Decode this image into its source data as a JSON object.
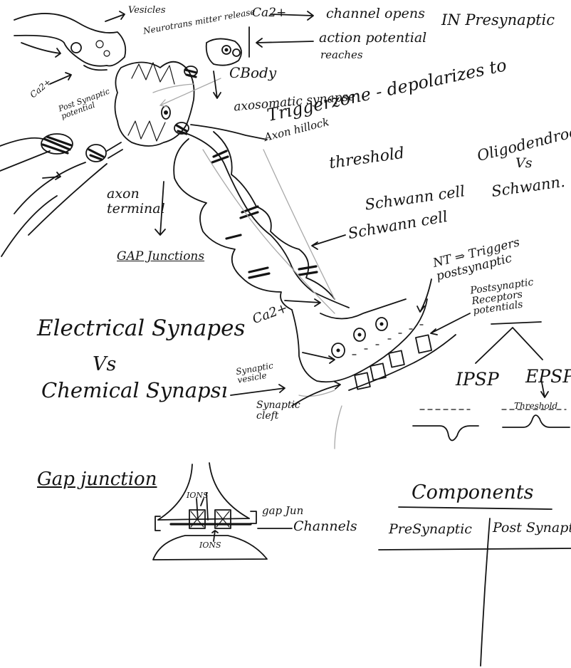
{
  "labels": {
    "vesicles": "Vesicles",
    "neurotrans_mitter_release": "Neurotrans mitter release",
    "ca2_top": "Ca2+",
    "channel_opens": "channel opens",
    "in_presynaptic": "IN Presynaptic",
    "action_potential": "action potential",
    "reaches": "reaches",
    "ca2_left": "Ca2+",
    "post_synaptic_potential": "Post Synaptic potential",
    "cbody": "CBody",
    "axosomatic_synapse": "axosomatic synapse",
    "axon_hillock": "Axon hillock",
    "triggerzone_depolarizes": "Triggerzone - depolarizes to",
    "threshold": "threshold",
    "oligodendrocyte": "Oligodendrocyte",
    "vs_right": "Vs",
    "schwann": "Schwann.",
    "schwann_cell": "Schwann cell",
    "axon_terminal": "axon terminal",
    "gap_junctions": "GAP Junctions",
    "nt_triggers": "NT ⇒ Triggers postsynaptic",
    "postsynaptic_receptors_potentials": "Postsynaptic Receptors potentials",
    "ca2_lower": "Ca2+",
    "electrical_synapses": "Electrical Synapes",
    "vs_left": "Vs",
    "chemical_synapses": "Chemical Synapsı",
    "synaptic_vesicle": "Synaptic vesicle",
    "synaptic_cleft": "Synaptic cleft",
    "ipsp": "IPSP",
    "epsp": "EPSP",
    "threshold_small": "Threshold",
    "gap_junction_title": "Gap junction",
    "ions_top": "IONS",
    "ions_bottom": "IONS",
    "gap_jun": "gap Jun",
    "channels": "Channels",
    "components": "Components",
    "presynaptic_col": "PreSynaptic",
    "postsynaptic_col": "Post Synaptic"
  }
}
